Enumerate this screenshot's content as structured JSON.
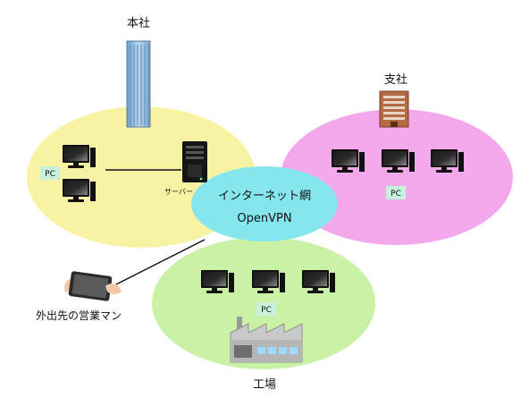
{
  "labels": {
    "honsha": "本社",
    "shisha": "支社",
    "kojo": "工場",
    "server": "サーバー",
    "pc_honsha": "PC",
    "pc_shisha": "PC",
    "pc_kojo": "PC",
    "internet": "インターネット網",
    "vpn": "OpenVPN",
    "mobile": "外出先の営業マン"
  },
  "colors": {
    "honsha_zone": "#f8f3a2",
    "shisha_zone": "#f4a8ec",
    "kojo_zone": "#c9f2a5",
    "internet_zone": "#86e6ee",
    "pc_tag": "#c9f0dc"
  },
  "icons": {
    "computer": "desktop-computer-icon",
    "server": "server-tower-icon",
    "hq_building": "skyscraper-icon",
    "branch_building": "office-building-icon",
    "factory": "factory-icon",
    "mobile": "tablet-hands-icon"
  }
}
